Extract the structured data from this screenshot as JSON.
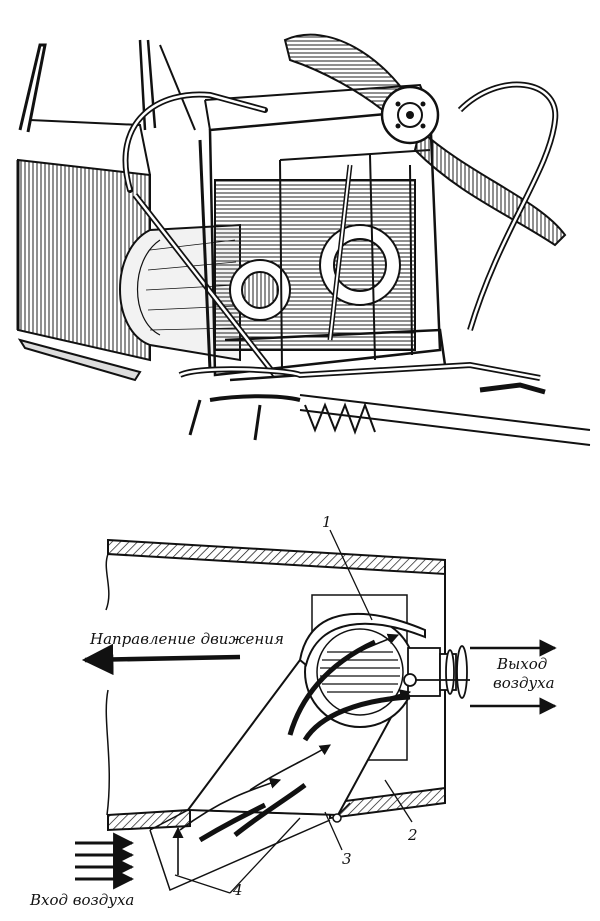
{
  "diagram": {
    "direction_label": "Направление движения",
    "air_outlet_label": [
      "Выход",
      "воздуха"
    ],
    "air_inlet_label": "Вход воздуха",
    "callouts": [
      "1",
      "2",
      "3",
      "4"
    ]
  },
  "colors": {
    "ink": "#111111",
    "paper": "#ffffff"
  }
}
